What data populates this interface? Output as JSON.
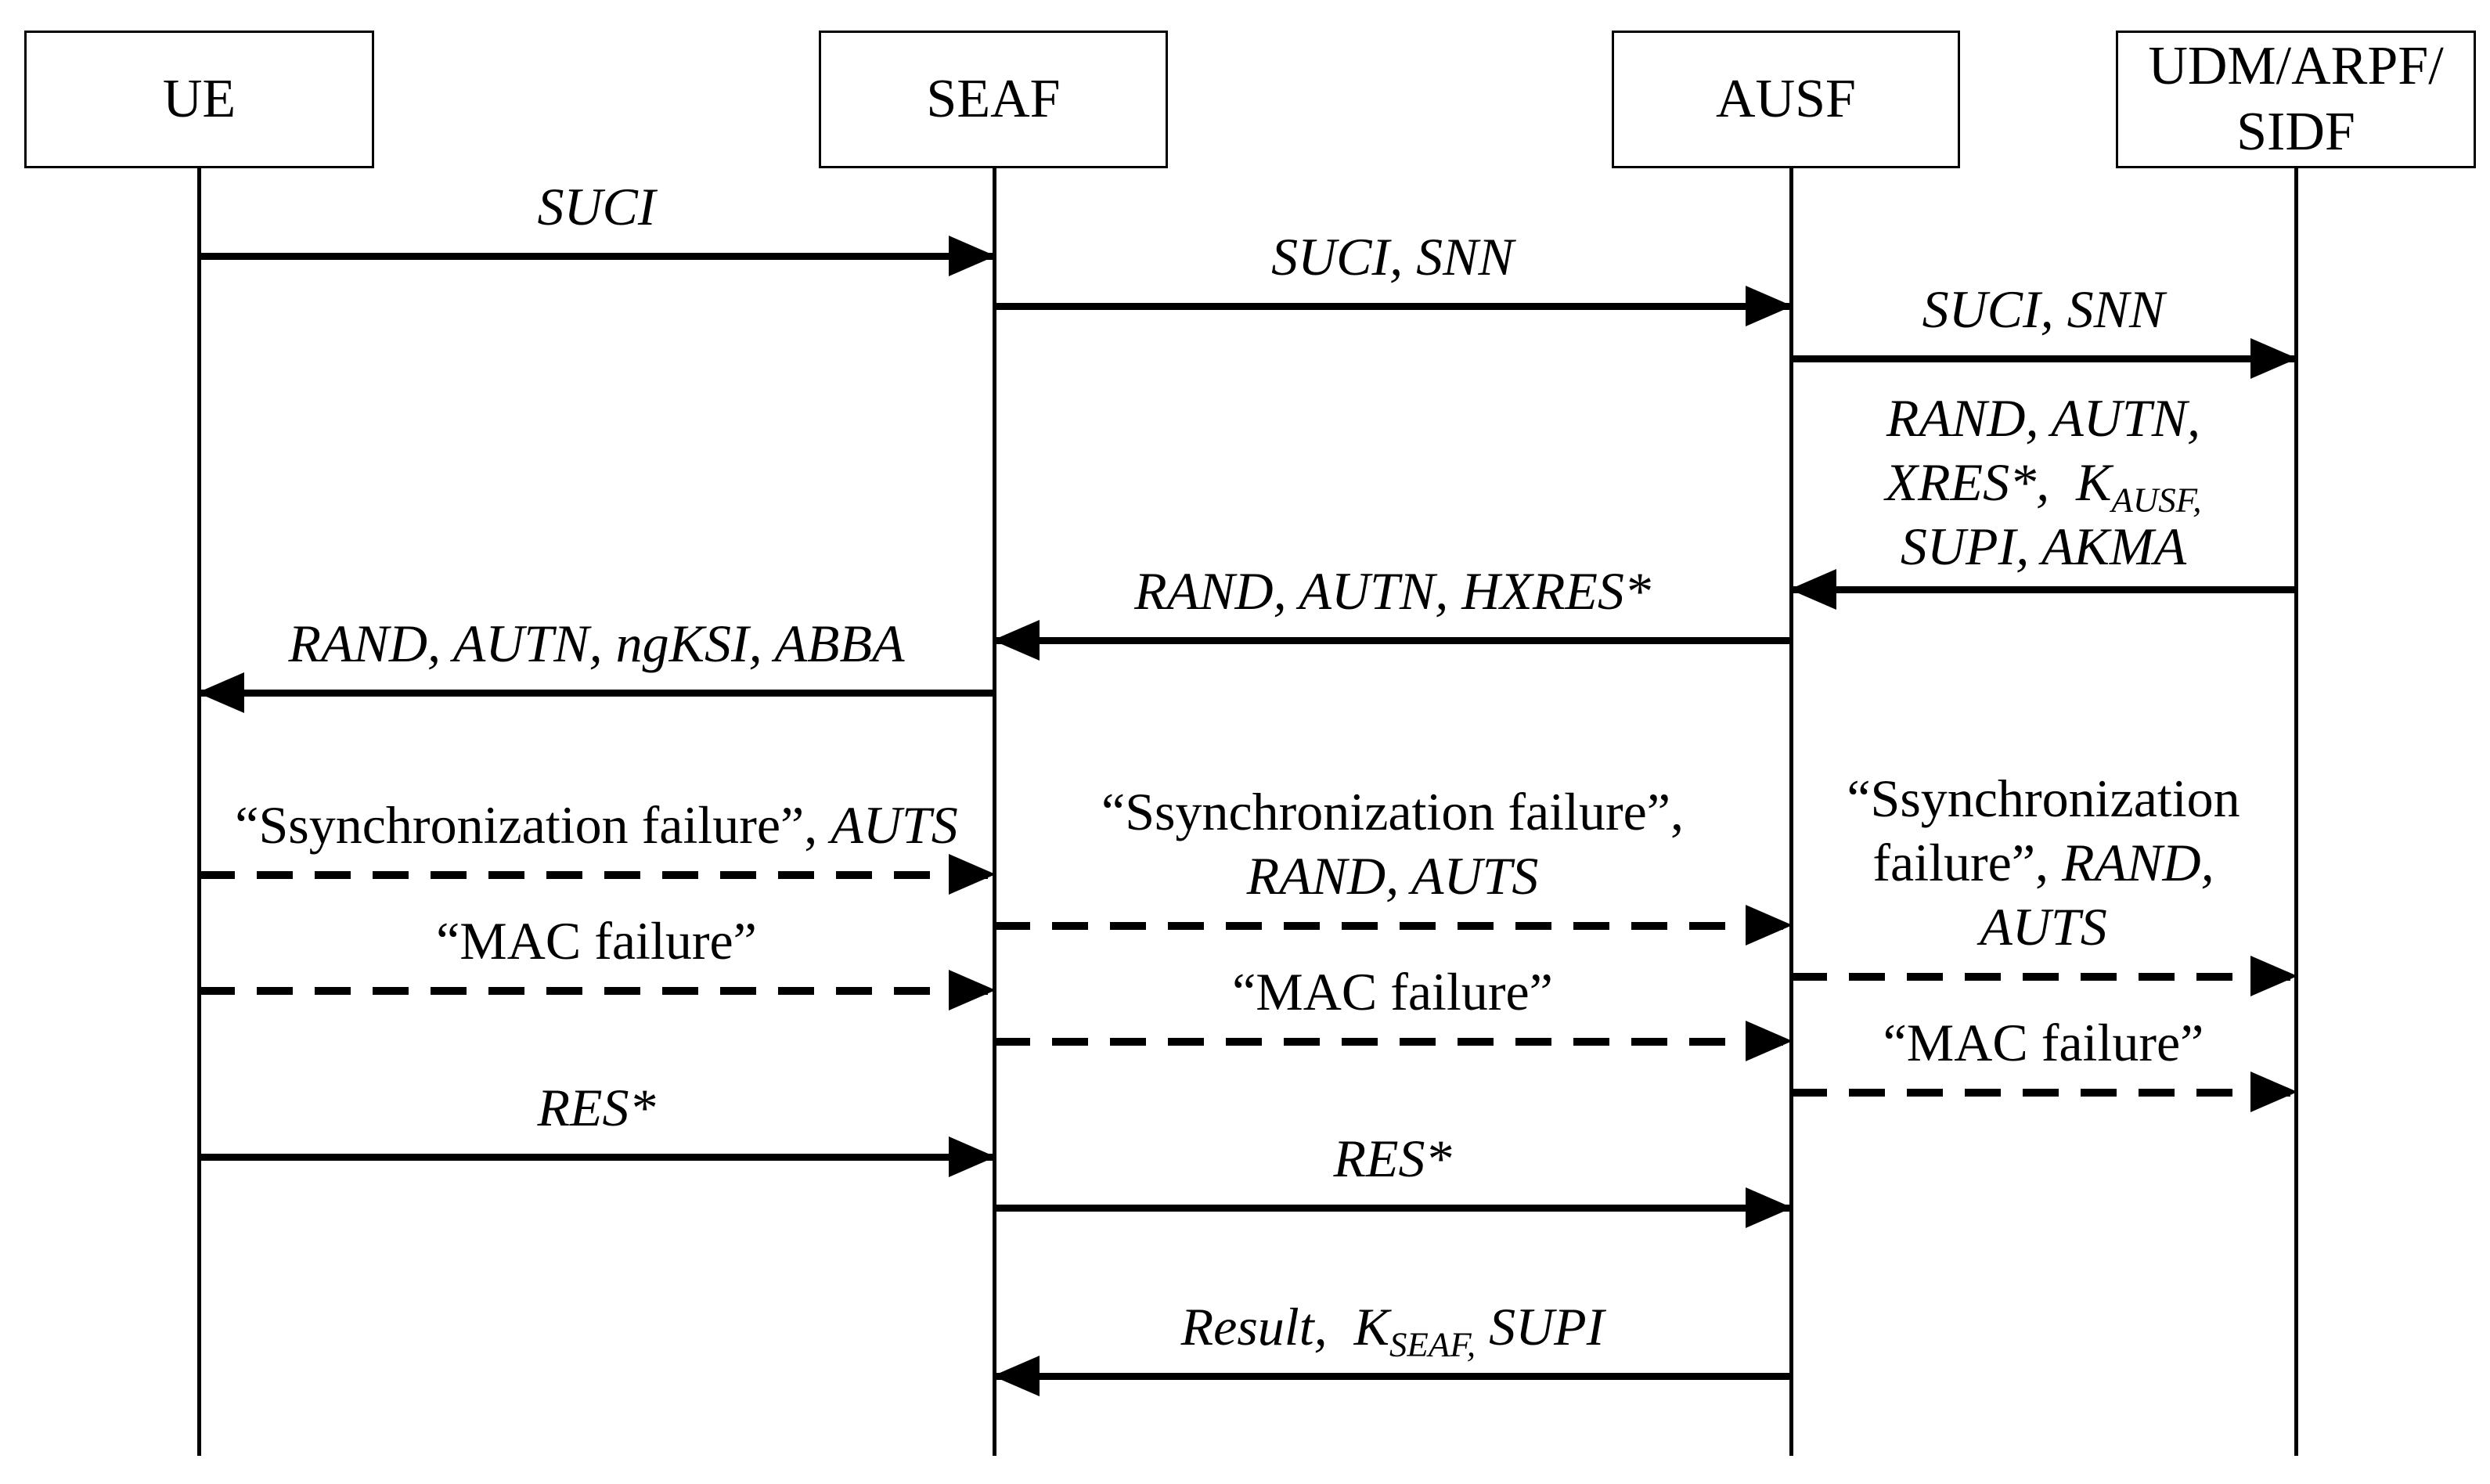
{
  "colors": {
    "ink": "#000000",
    "background": "#ffffff"
  },
  "participants": [
    {
      "id": "ue",
      "label": "UE"
    },
    {
      "id": "seaf",
      "label": "SEAF"
    },
    {
      "id": "ausf",
      "label": "AUSF"
    },
    {
      "id": "udm-arpf-sidf",
      "label_line1": "UDM/ARPF/",
      "label_line2": "SIDF"
    }
  ],
  "messages": [
    {
      "from": "UE",
      "to": "SEAF",
      "style": "solid",
      "text": "SUCI"
    },
    {
      "from": "SEAF",
      "to": "AUSF",
      "style": "solid",
      "text": "SUCI, SNN"
    },
    {
      "from": "AUSF",
      "to": "UDM/ARPF/SIDF",
      "style": "solid",
      "text": "SUCI, SNN"
    },
    {
      "from": "UDM/ARPF/SIDF",
      "to": "AUSF",
      "style": "solid",
      "line1": "RAND, AUTN,",
      "line2_main": "XRES*,  K",
      "line2_sub": "AUSF,",
      "line3": "SUPI, AKMA"
    },
    {
      "from": "AUSF",
      "to": "SEAF",
      "style": "solid",
      "text": "RAND, AUTN, HXRES*"
    },
    {
      "from": "SEAF",
      "to": "UE",
      "style": "solid",
      "text": "RAND, AUTN, ngKSI, ABBA"
    },
    {
      "from": "UE",
      "to": "SEAF",
      "style": "dashed",
      "quoted": "“Ssynchronization failure”, ",
      "param": "AUTS"
    },
    {
      "from": "SEAF",
      "to": "AUSF",
      "style": "dashed",
      "line1": "“Ssynchronization failure”,",
      "line2": "RAND, AUTS"
    },
    {
      "from": "AUSF",
      "to": "UDM/ARPF/SIDF",
      "style": "dashed",
      "line1": "“Ssynchronization",
      "line2_quoted": "failure”, ",
      "line2_param": "RAND,",
      "line3": "AUTS"
    },
    {
      "from": "UE",
      "to": "SEAF",
      "style": "dashed",
      "text": "“MAC failure”"
    },
    {
      "from": "SEAF",
      "to": "AUSF",
      "style": "dashed",
      "text": "“MAC failure”"
    },
    {
      "from": "AUSF",
      "to": "UDM/ARPF/SIDF",
      "style": "dashed",
      "text": "“MAC failure”"
    },
    {
      "from": "UE",
      "to": "SEAF",
      "style": "solid",
      "text": "RES*"
    },
    {
      "from": "SEAF",
      "to": "AUSF",
      "style": "solid",
      "text": "RES*"
    },
    {
      "from": "AUSF",
      "to": "SEAF",
      "style": "solid",
      "text_main": "Result,  K",
      "text_sub": "SEAF,",
      "text_tail": " SUPI"
    }
  ]
}
